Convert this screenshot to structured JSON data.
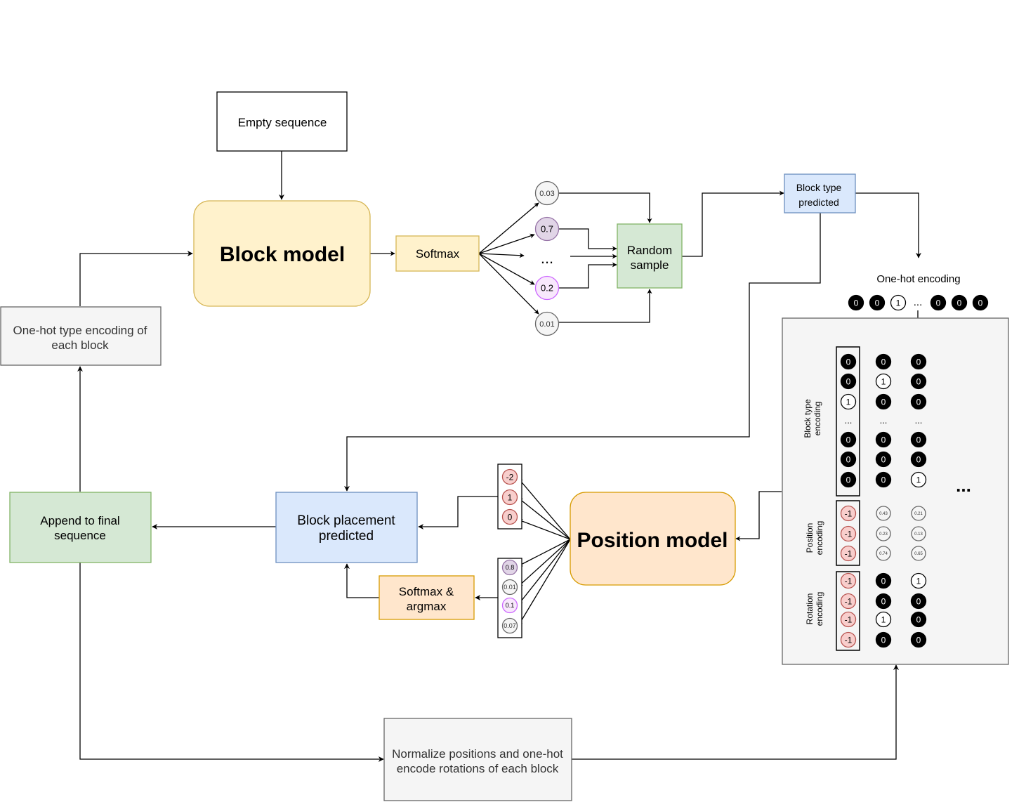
{
  "boxes": {
    "empty_sequence": "Empty sequence",
    "block_model": "Block model",
    "softmax": "Softmax",
    "random_sample": [
      "Random",
      "sample"
    ],
    "block_type_predicted": [
      "Block type",
      "predicted"
    ],
    "one_hot_type_encoding": [
      "One-hot type encoding of",
      "each block"
    ],
    "append_final": [
      "Append to final",
      "sequence"
    ],
    "block_placement": [
      "Block placement",
      "predicted"
    ],
    "position_model": "Position model",
    "softmax_argmax": [
      "Softmax &",
      "argmax"
    ],
    "normalize": [
      "Normalize positions and one-hot",
      "encode rotations of each block"
    ]
  },
  "softmax_probs": [
    "0.03",
    "0.7",
    "...",
    "0.2",
    "0.01"
  ],
  "one_hot_label": "One-hot encoding",
  "one_hot_row": [
    "0",
    "0",
    "1",
    "...",
    "0",
    "0",
    "0"
  ],
  "encoding_panel": {
    "labels": {
      "block_type": [
        "Block type",
        "encoding"
      ],
      "position": [
        "Position",
        "encoding"
      ],
      "rotation": [
        "Rotation",
        "encoding"
      ]
    },
    "ellipsis": "...",
    "block_type_cols": [
      [
        "0",
        "0",
        "1",
        "...",
        "0",
        "0",
        "0"
      ],
      [
        "0",
        "1",
        "0",
        "...",
        "0",
        "0",
        "0"
      ],
      [
        "0",
        "0",
        "0",
        "...",
        "0",
        "0",
        "1"
      ]
    ],
    "position_cols": [
      [
        "-1",
        "-1",
        "-1"
      ],
      [
        "0.43",
        "0.23",
        "0.74"
      ],
      [
        "0.21",
        "0.13",
        "0.65"
      ]
    ],
    "rotation_cols": [
      [
        "-1",
        "-1",
        "-1",
        "-1"
      ],
      [
        "0",
        "0",
        "1",
        "0"
      ],
      [
        "1",
        "0",
        "0",
        "0"
      ]
    ]
  },
  "position_outputs": [
    "-2",
    "1",
    "0"
  ],
  "rotation_outputs": [
    "0.8",
    "0.01",
    "0.1",
    "0.07"
  ],
  "colors": {
    "yellow_fill": "#fff2cc",
    "yellow_stroke": "#d6b656",
    "green_fill": "#d5e8d4",
    "green_stroke": "#82b366",
    "blue_fill": "#dae8fc",
    "blue_stroke": "#6c8ebf",
    "orange_fill": "#ffe6cc",
    "orange_stroke": "#d79b00",
    "grey_fill": "#f5f5f5",
    "grey_stroke": "#666666",
    "purple_fill": "#e1d5e7",
    "purple_stroke": "#9673a6",
    "pink_fill": "#f8cecc",
    "pink_stroke": "#b85450",
    "light_purple_fill": "#f8e8fc",
    "light_purple_stroke": "#cc66ff"
  }
}
